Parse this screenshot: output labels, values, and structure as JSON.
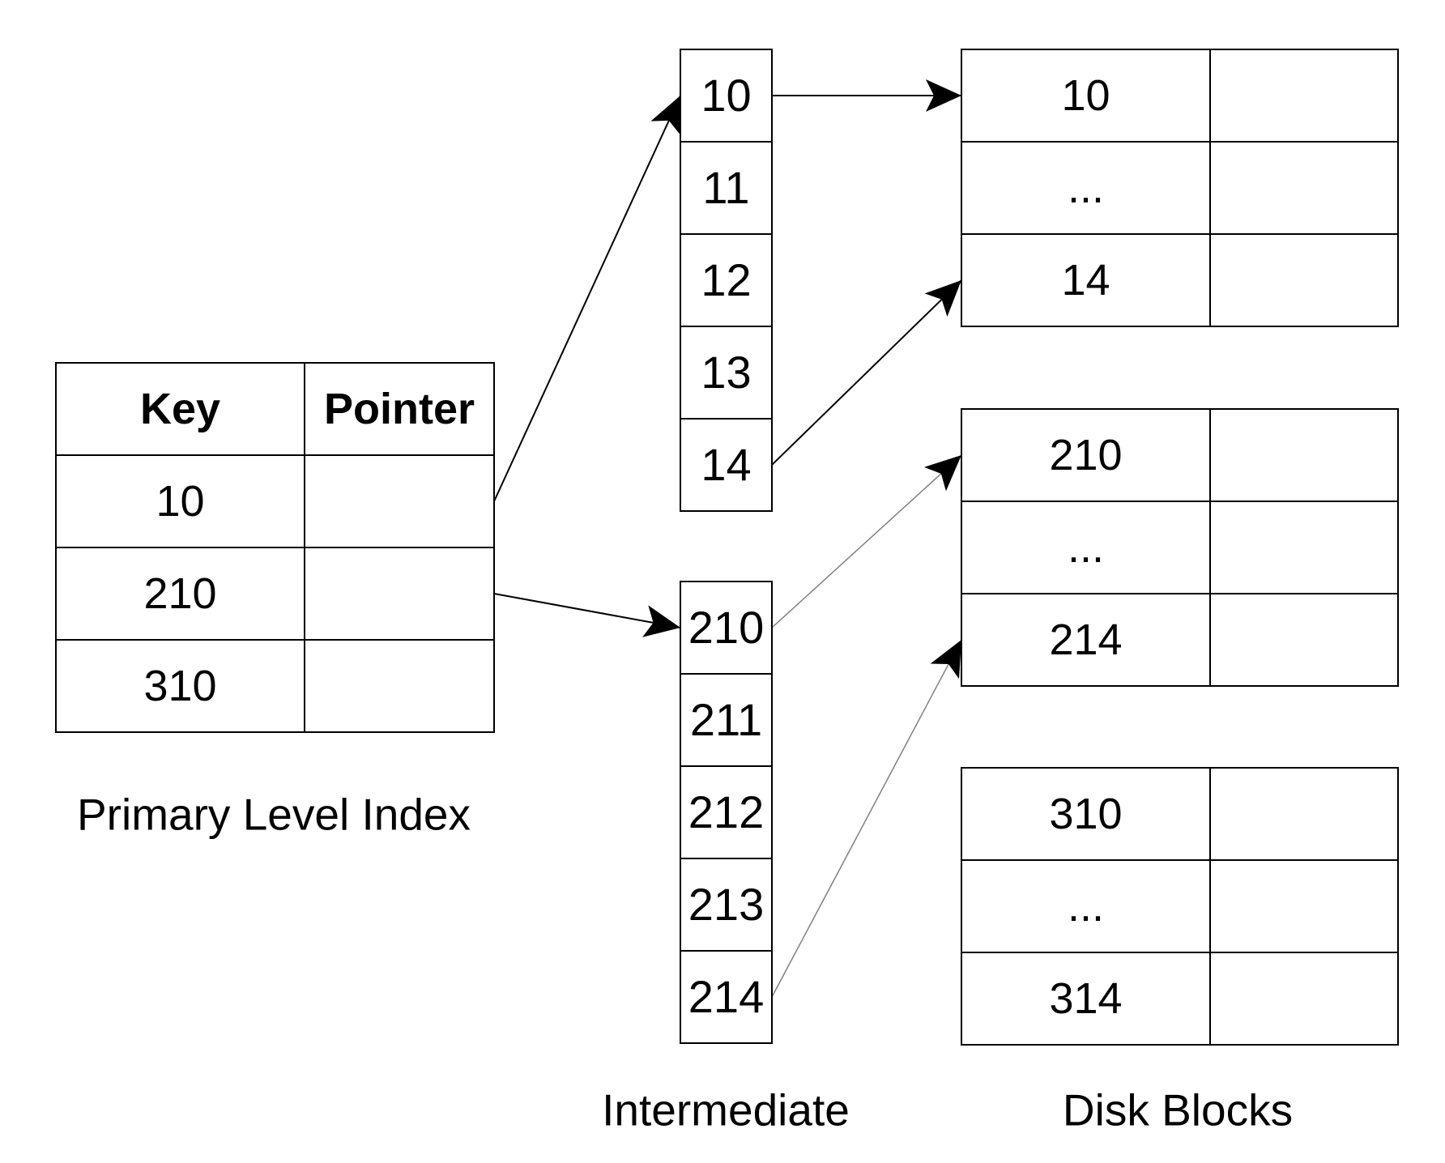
{
  "primary_index": {
    "title": "Primary Level Index",
    "headers": [
      "Key",
      "Pointer"
    ],
    "rows": [
      {
        "key": "10",
        "pointer": ""
      },
      {
        "key": "210",
        "pointer": ""
      },
      {
        "key": "310",
        "pointer": ""
      }
    ]
  },
  "intermediate": {
    "title": "Intermediate",
    "blocks": [
      {
        "keys": [
          "10",
          "11",
          "12",
          "13",
          "14"
        ]
      },
      {
        "keys": [
          "210",
          "211",
          "212",
          "213",
          "214"
        ]
      }
    ]
  },
  "disk_blocks": {
    "title": "Disk Blocks",
    "blocks": [
      {
        "rows": [
          {
            "key": "10",
            "value": ""
          },
          {
            "key": "...",
            "value": ""
          },
          {
            "key": "14",
            "value": ""
          }
        ]
      },
      {
        "rows": [
          {
            "key": "210",
            "value": ""
          },
          {
            "key": "...",
            "value": ""
          },
          {
            "key": "214",
            "value": ""
          }
        ]
      },
      {
        "rows": [
          {
            "key": "310",
            "value": ""
          },
          {
            "key": "...",
            "value": ""
          },
          {
            "key": "314",
            "value": ""
          }
        ]
      }
    ]
  },
  "links": [
    {
      "from": "primary:10",
      "to": "intermediate:10",
      "color": "#000000"
    },
    {
      "from": "primary:210",
      "to": "intermediate:210",
      "color": "#000000"
    },
    {
      "from": "intermediate:10",
      "to": "disk:10",
      "color": "#000000"
    },
    {
      "from": "intermediate:14",
      "to": "disk:14",
      "color": "#000000"
    },
    {
      "from": "intermediate:210",
      "to": "disk:210",
      "color": "#808080"
    },
    {
      "from": "intermediate:214",
      "to": "disk:214",
      "color": "#808080"
    }
  ]
}
